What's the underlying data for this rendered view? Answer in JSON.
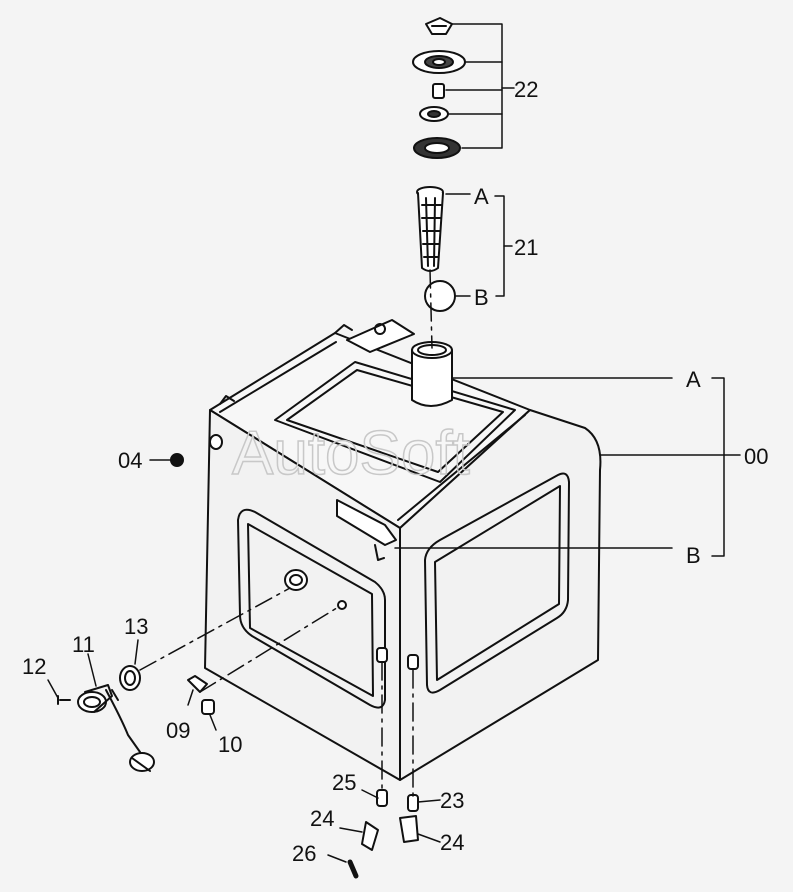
{
  "watermark": "AutoSoft",
  "callouts": {
    "c22": "22",
    "cA_top": "A",
    "c21": "21",
    "cB_top": "B",
    "cA_right": "A",
    "c00": "00",
    "cB_right": "B",
    "c04": "04",
    "c13": "13",
    "c11": "11",
    "c12": "12",
    "c09": "09",
    "c10": "10",
    "c25": "25",
    "c23": "23",
    "c24a": "24",
    "c24b": "24",
    "c26": "26"
  }
}
